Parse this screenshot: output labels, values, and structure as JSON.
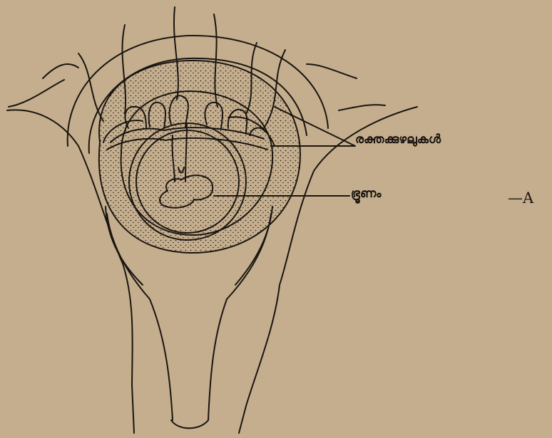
{
  "labels": {
    "blood_vessels": "രക്തക്കുഴലുകൾ",
    "embryo": "ഭ്രൂണം",
    "figure_marker": "—A"
  },
  "colors": {
    "paper": "#c4ae8e",
    "ink": "#1a1510"
  }
}
